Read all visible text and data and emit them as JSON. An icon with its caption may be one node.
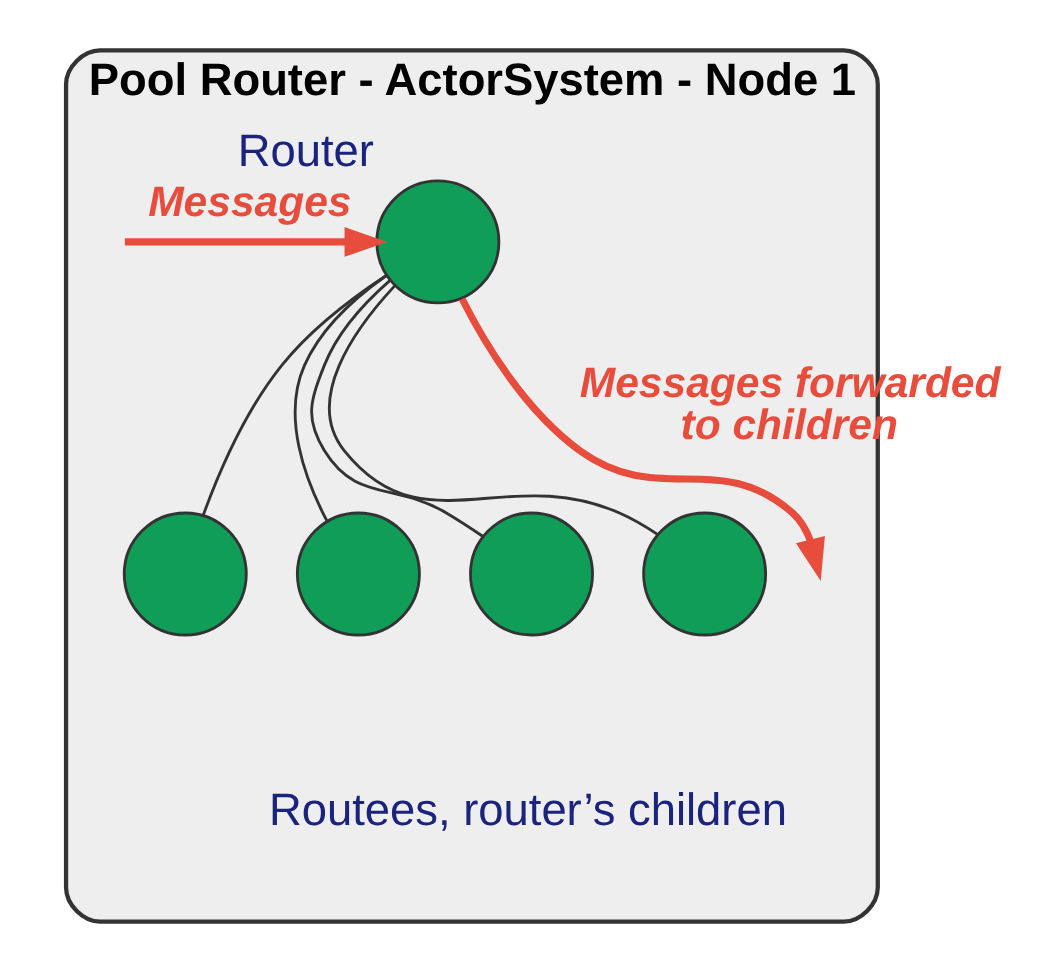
{
  "diagram": {
    "nodes": [
      {
        "text": [
          "Pool Router - ActorSystem - Node 1"
        ]
      },
      {
        "text": [],
        "shape": "circle",
        "in": 0,
        "beside": [
          "Router"
        ]
      },
      {
        "text": [],
        "shape": "circle",
        "in": 0
      },
      {
        "text": [],
        "shape": "circle",
        "in": 0
      },
      {
        "text": [],
        "shape": "circle",
        "in": 0
      },
      {
        "text": [],
        "shape": "circle",
        "in": 0
      }
    ],
    "edges": [
      {
        "from": 1,
        "to": null,
        "arrow": "to",
        "label": "Messages forwarded to children",
        "color": "#e74c3c",
        "style": "thick"
      },
      {
        "from": null,
        "to": 1,
        "arrow": "to",
        "label": "Messages",
        "color": "#e74c3c",
        "style": "thick"
      },
      {
        "from": 1,
        "to": 2,
        "arrow": "none"
      },
      {
        "from": 1,
        "to": 3,
        "arrow": "none"
      },
      {
        "from": 1,
        "to": 4,
        "arrow": "none"
      },
      {
        "from": 1,
        "to": 5,
        "arrow": "none"
      }
    ],
    "labels": [
      "Routees, router’s children"
    ]
  }
}
